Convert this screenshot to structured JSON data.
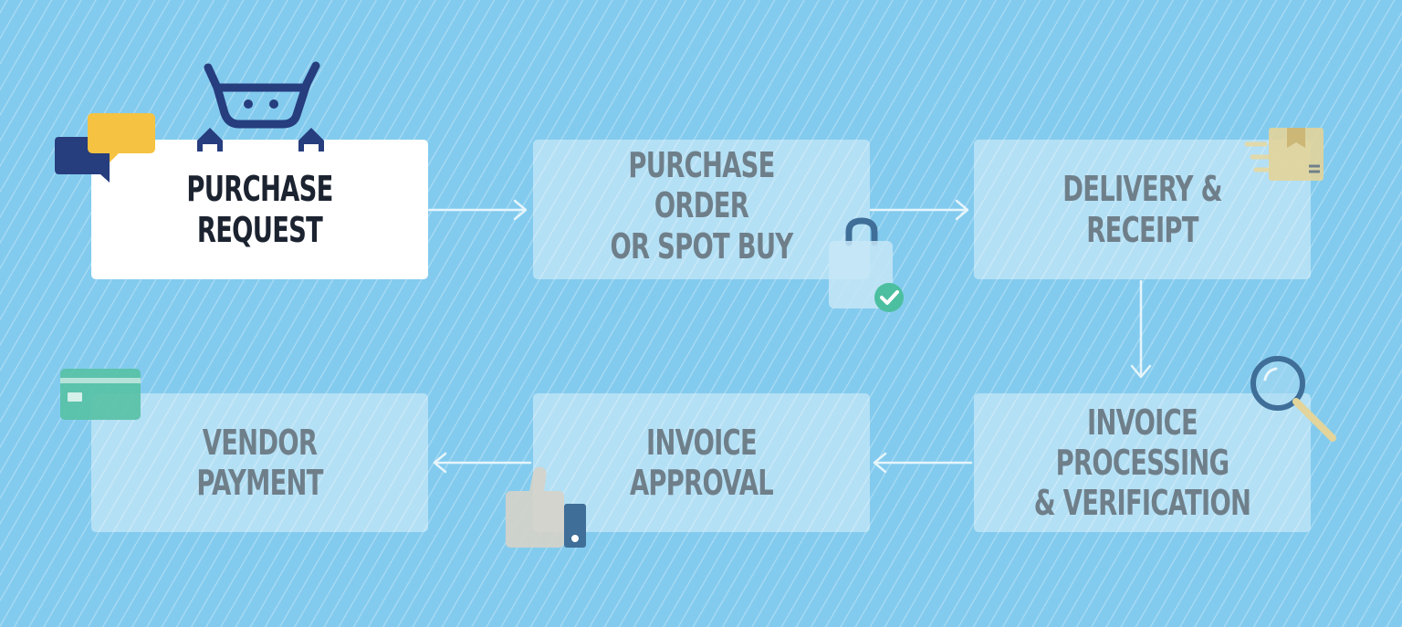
{
  "steps": [
    {
      "id": "purchase-request",
      "label": "PURCHASE REQUEST"
    },
    {
      "id": "purchase-order",
      "label": "PURCHASE ORDER\nOR SPOT BUY"
    },
    {
      "id": "delivery-receipt",
      "label": "DELIVERY & RECEIPT"
    },
    {
      "id": "invoice-processing",
      "label": "INVOICE PROCESSING\n& VERIFICATION"
    },
    {
      "id": "invoice-approval",
      "label": "INVOICE APPROVAL"
    },
    {
      "id": "vendor-payment",
      "label": "VENDOR PAYMENT"
    }
  ],
  "active_step": "purchase-request",
  "icons": [
    "basket-icon",
    "chat-bubbles-icon",
    "shopping-bag-icon",
    "package-icon",
    "magnifier-icon",
    "thumbs-up-icon",
    "credit-card-icon"
  ],
  "colors": {
    "background": "#83cbee",
    "active_box": "#ffffff",
    "inactive_text": "#6f7f8a",
    "active_text": "#1c2330",
    "navy": "#263d7e",
    "yellow": "#f5c242",
    "green": "#4cbfa0"
  }
}
